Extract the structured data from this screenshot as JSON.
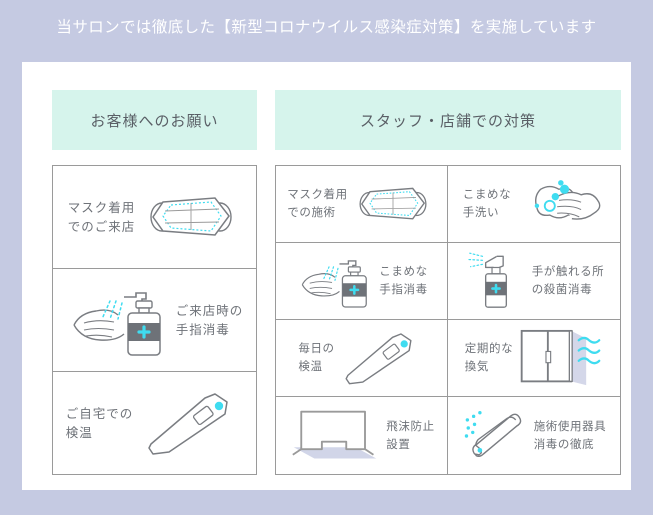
{
  "title": "当サロンでは徹底した【新型コロナウイルス感染症対策】を実施しています",
  "colors": {
    "background": "#c5cae2",
    "card": "#ffffff",
    "header_band": "#d6f4ec",
    "text": "#6e7278",
    "title_text": "#ffffff",
    "accent_cyan": "#3fdcf0",
    "line_gray": "#9a9a9a",
    "icon_gray": "#7a7d82",
    "panel_blue": "#c5cae2"
  },
  "sections": [
    {
      "id": "customer",
      "header": "お客様へのお願い",
      "items": [
        {
          "label": "マスク着用\nでのご来店",
          "label_line1": "マスク着用",
          "label_line2": "でのご来店",
          "icon": "face-mask-icon",
          "layout": "text-left"
        },
        {
          "label": "ご来店時の\n手指消毒",
          "label_line1": "ご来店時の",
          "label_line2": "手指消毒",
          "icon": "hand-sanitizer-pump-icon",
          "layout": "art-left"
        },
        {
          "label": "ご自宅での\n検温",
          "label_line1": "ご自宅での",
          "label_line2": "検温",
          "icon": "thermometer-icon",
          "layout": "text-left"
        }
      ]
    },
    {
      "id": "staff",
      "header": "スタッフ・店舗での対策",
      "items": [
        {
          "label_line1": "マスク着用",
          "label_line2": "での施術",
          "icon": "face-mask-icon",
          "layout": "text-left"
        },
        {
          "label_line1": "こまめな",
          "label_line2": "手洗い",
          "icon": "hand-washing-icon",
          "layout": "text-left"
        },
        {
          "label_line1": "こまめな",
          "label_line2": "手指消毒",
          "icon": "hand-sanitizer-pump-icon",
          "layout": "art-left"
        },
        {
          "label_line1": "手が触れる所",
          "label_line2": "の殺菌消毒",
          "icon": "spray-bottle-icon",
          "layout": "art-left"
        },
        {
          "label_line1": "毎日の",
          "label_line2": "検温",
          "icon": "thermometer-icon",
          "layout": "text-left"
        },
        {
          "label_line1": "定期的な",
          "label_line2": "換気",
          "icon": "window-ventilation-icon",
          "layout": "text-left"
        },
        {
          "label_line1": "飛沫防止",
          "label_line2": "設置",
          "icon": "acrylic-partition-icon",
          "layout": "art-left"
        },
        {
          "label_line1": "施術使用器具",
          "label_line2": "消毒の徹底",
          "icon": "nail-nipper-icon",
          "layout": "art-left"
        }
      ]
    }
  ]
}
